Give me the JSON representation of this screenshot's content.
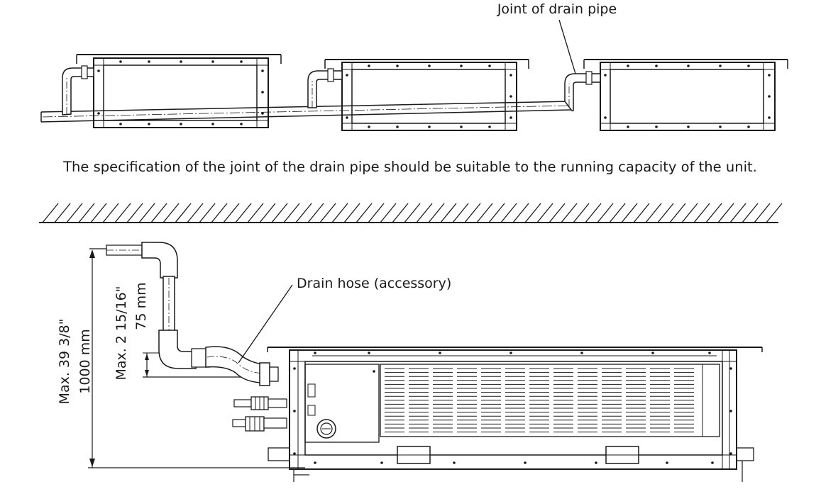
{
  "labels": {
    "joint": "Joint of drain pipe",
    "specification": "The specification of the joint of the drain pipe should be suitable to the running capacity of the unit.",
    "drain_hose": "Drain hose (accessory)",
    "max_height_in": "Max. 39 3/8\"",
    "max_height_mm": "1000 mm",
    "max_rise_in": "Max. 2 15/16\"",
    "max_rise_mm": "75 mm"
  },
  "colors": {
    "line": "#1a1a1a",
    "background": "#ffffff"
  }
}
